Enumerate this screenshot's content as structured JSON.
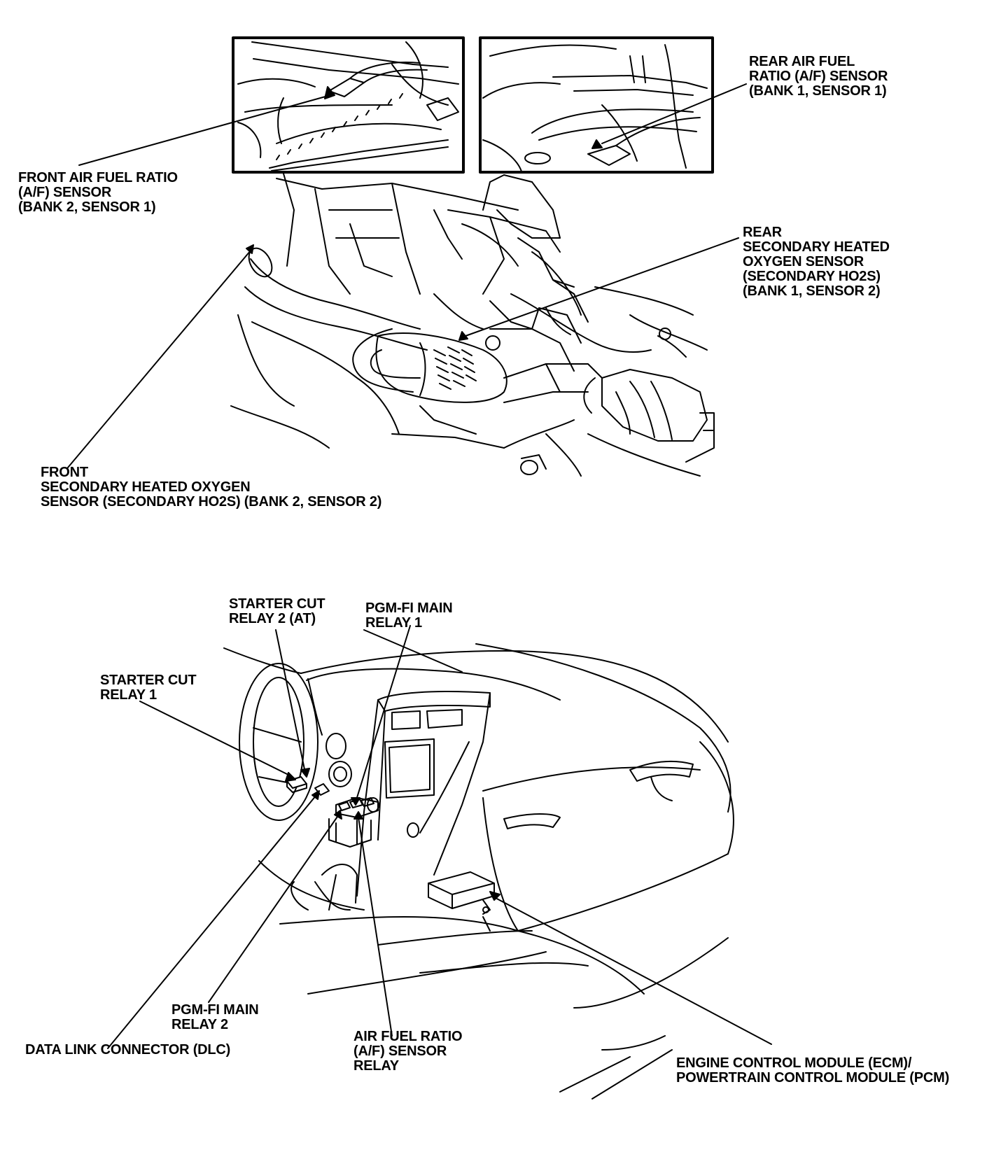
{
  "colors": {
    "ink": "#000000",
    "paper": "#ffffff"
  },
  "labels": {
    "front_af": {
      "lines": [
        "FRONT AIR FUEL RATIO",
        "(A/F) SENSOR",
        "(BANK 2, SENSOR 1)"
      ]
    },
    "rear_af": {
      "lines": [
        "REAR AIR FUEL",
        "RATIO (A/F) SENSOR",
        "(BANK 1, SENSOR 1)"
      ]
    },
    "rear_ho2s": {
      "lines": [
        "REAR",
        "SECONDARY HEATED",
        "OXYGEN SENSOR",
        "(SECONDARY HO2S)",
        "(BANK 1, SENSOR 2)"
      ]
    },
    "front_ho2s": {
      "lines": [
        "FRONT",
        "SECONDARY HEATED OXYGEN",
        "SENSOR (SECONDARY HO2S) (BANK 2, SENSOR 2)"
      ]
    },
    "starter_cut_2": {
      "lines": [
        "STARTER CUT",
        "RELAY 2 (AT)"
      ]
    },
    "pgmfi_main_1": {
      "lines": [
        "PGM-FI MAIN",
        "RELAY 1"
      ]
    },
    "starter_cut_1": {
      "lines": [
        "STARTER CUT",
        "RELAY 1"
      ]
    },
    "pgmfi_main_2": {
      "lines": [
        "PGM-FI MAIN",
        "RELAY 2"
      ]
    },
    "dlc": {
      "lines": [
        "DATA LINK CONNECTOR (DLC)"
      ]
    },
    "af_relay": {
      "lines": [
        "AIR FUEL RATIO",
        "(A/F) SENSOR",
        "RELAY"
      ]
    },
    "ecm_pcm": {
      "lines": [
        "ENGINE CONTROL MODULE (ECM)/",
        "POWERTRAIN CONTROL MODULE (PCM)"
      ]
    }
  }
}
